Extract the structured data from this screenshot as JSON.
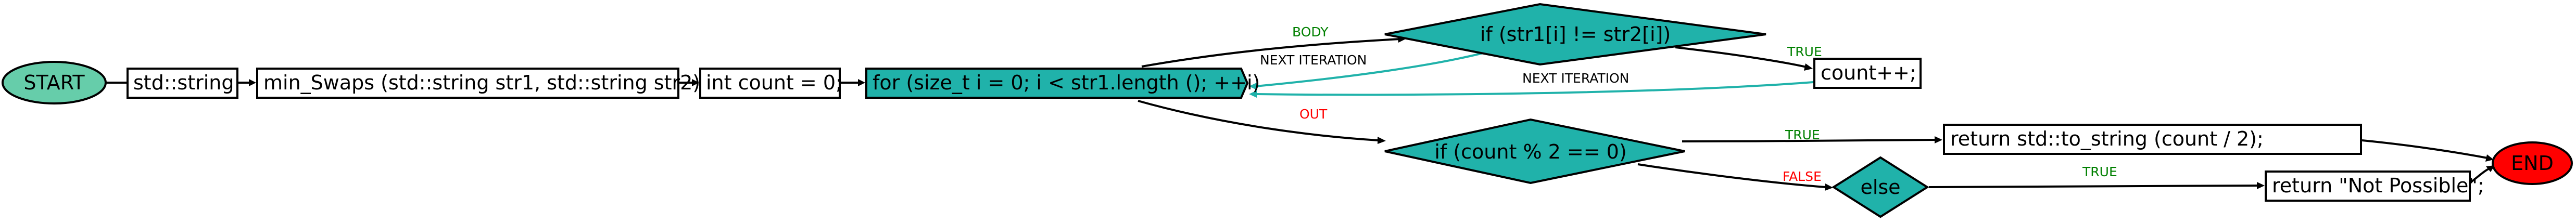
{
  "nodes": {
    "start": "START",
    "string_decl": "std::string",
    "func_sig": "min_Swaps (std::string str1, std::string str2)",
    "count_init": "int count = 0;",
    "for_loop": "for (size_t i = 0; i < str1.length (); ++i)",
    "if_cond": "if (str1[i] != str2[i])",
    "count_inc": "count++;",
    "if_mod": "if (count % 2 == 0)",
    "else_node": "else",
    "return_count": "return std::to_string (count / 2);",
    "return_np": "return \"Not Possible\";",
    "end": "END"
  },
  "edge_labels": {
    "body": "BODY",
    "true_1": "TRUE",
    "next_iter_1": "NEXT ITERATION",
    "next_iter_2": "NEXT ITERATION",
    "out": "OUT",
    "true_2": "TRUE",
    "false_1": "FALSE",
    "true_3": "TRUE"
  },
  "colors": {
    "start_fill": "#66cdaa",
    "teal_fill": "#20b2aa",
    "end_fill": "#ff0000",
    "box_fill": "#ffffff",
    "green_label": "#008000",
    "red_label": "#ff0000",
    "teal_edge": "#20b2aa"
  }
}
